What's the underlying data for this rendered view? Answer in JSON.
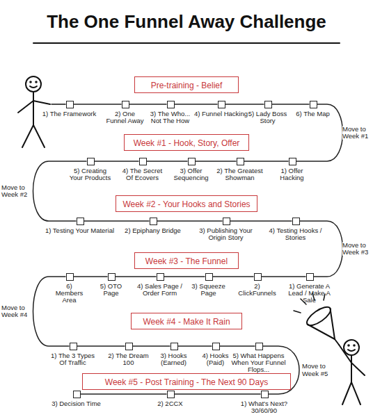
{
  "diagram": {
    "title": "The One Funnel Away Challenge",
    "nodes": [
      {
        "text": [
          "Pre-training - Belief"
        ]
      },
      {
        "text": [
          "1) The Framework"
        ]
      },
      {
        "text": [
          "2) One Funnel Away"
        ]
      },
      {
        "text": [
          "3) The Who... Not The How"
        ]
      },
      {
        "text": [
          "4) Funnel Hacking"
        ]
      },
      {
        "text": [
          "5) Lady Boss Story"
        ]
      },
      {
        "text": [
          "6) The Map"
        ]
      },
      {
        "text": [
          "Week #1 - Hook, Story, Offer"
        ]
      },
      {
        "text": [
          "1) Offer Hacking"
        ]
      },
      {
        "text": [
          "2) The Greatest Showman"
        ]
      },
      {
        "text": [
          "3) Offer Sequencing"
        ]
      },
      {
        "text": [
          "4) The Secret Of Ecovers"
        ]
      },
      {
        "text": [
          "5) Creating Your Products"
        ]
      },
      {
        "text": [
          "Week #2 - Your Hooks and Stories"
        ]
      },
      {
        "text": [
          "1) Testing Your Material"
        ]
      },
      {
        "text": [
          "2) Epiphany Bridge"
        ]
      },
      {
        "text": [
          "3) Publishing Your Origin Story"
        ]
      },
      {
        "text": [
          "4) Testing Hooks / Stories"
        ]
      },
      {
        "text": [
          "Week #3 - The Funnel"
        ]
      },
      {
        "text": [
          "1) Generate A Lead / Make A Sale"
        ]
      },
      {
        "text": [
          "2) ClickFunnels"
        ]
      },
      {
        "text": [
          "3) Squeeze Page"
        ]
      },
      {
        "text": [
          "4) Sales Page / Order Form"
        ]
      },
      {
        "text": [
          "5) OTO Page"
        ]
      },
      {
        "text": [
          "6) Members Area"
        ]
      },
      {
        "text": [
          "Week #4 - Make It Rain"
        ]
      },
      {
        "text": [
          "1) The 3 Types Of Traffic"
        ]
      },
      {
        "text": [
          "2) The Dream 100"
        ]
      },
      {
        "text": [
          "3) Hooks (Earned)"
        ]
      },
      {
        "text": [
          "4) Hooks (Paid)"
        ]
      },
      {
        "text": [
          "5) What Happens When Your Funnel Flops..."
        ]
      },
      {
        "text": [
          "Week #5 - Post Training - The Next 90 Days"
        ]
      },
      {
        "text": [
          "1) What's Next? 30/60/90"
        ]
      },
      {
        "text": [
          "2) 2CCX"
        ]
      },
      {
        "text": [
          "3) Decision Time"
        ]
      }
    ],
    "edges": [
      {
        "from": 1,
        "to": 2,
        "arrow": "none"
      },
      {
        "from": 2,
        "to": 3,
        "arrow": "none"
      },
      {
        "from": 3,
        "to": 4,
        "arrow": "none"
      },
      {
        "from": 4,
        "to": 5,
        "arrow": "none"
      },
      {
        "from": 5,
        "to": 6,
        "arrow": "none"
      },
      {
        "from": 6,
        "to": 8,
        "label": "Move to Week #1",
        "arrow": "none"
      },
      {
        "from": 8,
        "to": 9,
        "arrow": "none"
      },
      {
        "from": 9,
        "to": 10,
        "arrow": "none"
      },
      {
        "from": 10,
        "to": 11,
        "arrow": "none"
      },
      {
        "from": 11,
        "to": 12,
        "arrow": "none"
      },
      {
        "from": 12,
        "to": 14,
        "label": "Move to Week #2",
        "arrow": "none"
      },
      {
        "from": 14,
        "to": 15,
        "arrow": "none"
      },
      {
        "from": 15,
        "to": 16,
        "arrow": "none"
      },
      {
        "from": 16,
        "to": 17,
        "arrow": "none"
      },
      {
        "from": 17,
        "to": 19,
        "label": "Move to Week #3",
        "arrow": "none"
      },
      {
        "from": 19,
        "to": 20,
        "arrow": "none"
      },
      {
        "from": 20,
        "to": 21,
        "arrow": "none"
      },
      {
        "from": 21,
        "to": 22,
        "arrow": "none"
      },
      {
        "from": 22,
        "to": 23,
        "arrow": "none"
      },
      {
        "from": 23,
        "to": 24,
        "arrow": "none"
      },
      {
        "from": 24,
        "to": 26,
        "label": "Move to Week #4",
        "arrow": "none"
      },
      {
        "from": 26,
        "to": 27,
        "arrow": "none"
      },
      {
        "from": 27,
        "to": 28,
        "arrow": "none"
      },
      {
        "from": 28,
        "to": 29,
        "arrow": "none"
      },
      {
        "from": 29,
        "to": 30,
        "arrow": "none"
      },
      {
        "from": 30,
        "to": 32,
        "label": "Move to Week #5",
        "arrow": "none"
      },
      {
        "from": 32,
        "to": 33,
        "arrow": "none"
      },
      {
        "from": 33,
        "to": 34,
        "arrow": "none"
      }
    ]
  }
}
